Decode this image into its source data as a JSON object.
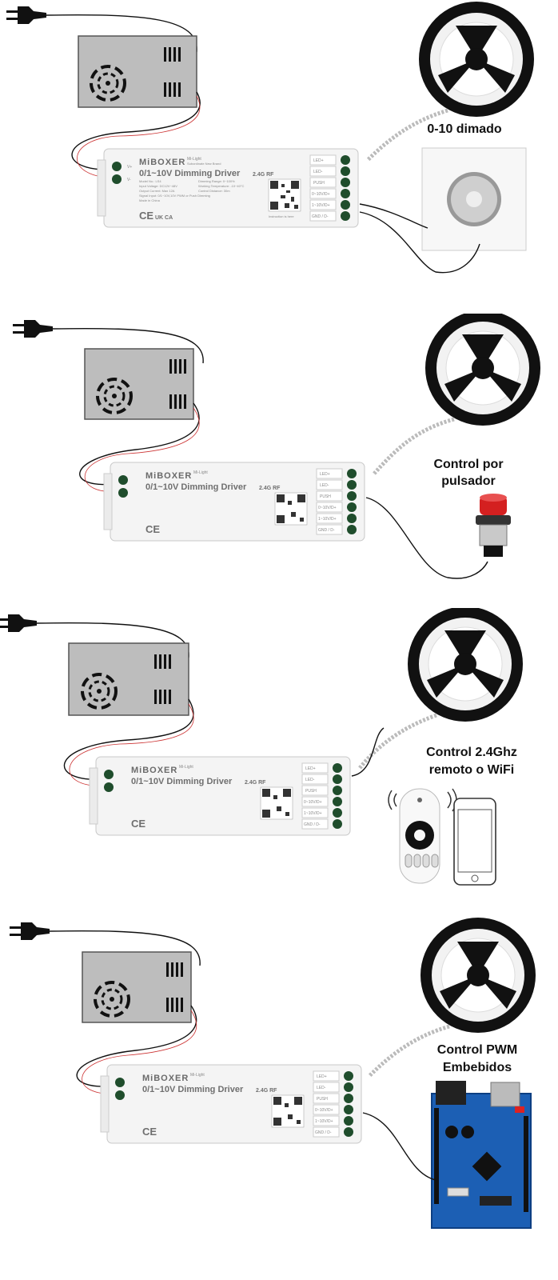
{
  "driver": {
    "brand": "MiBOXER",
    "sub_brand": "Mi-Light",
    "sub_brand_tag": "Subordinate New Brand",
    "title": "0/1~10V Dimming Driver",
    "rf_badge": "2.4G RF",
    "specs_left": [
      "Model No.: LS4",
      "Input Voltage: DC12V~48V",
      "Output Current: Max 12A",
      "Signal Input: 0/1~10V,10V PWM or Push Dimming",
      "Made in China"
    ],
    "specs_right": [
      "Dimming Range: 0~100%",
      "Working Temperature: -10~40°C",
      "Control Distance: 30m"
    ],
    "qr_caption": "Instruction is here",
    "terminals": [
      "LED+",
      "LED-",
      "PUSH",
      "0~10V/D+",
      "1~10V/D+",
      "GND / D-"
    ],
    "input_labels": [
      "V+",
      "V-"
    ],
    "marks": [
      "CE",
      "UK CA"
    ]
  },
  "panels": [
    {
      "id": "dial",
      "caption_lines": [
        "0-10 dimado"
      ]
    },
    {
      "id": "push",
      "caption_lines": [
        "Control por",
        "pulsador"
      ]
    },
    {
      "id": "remote",
      "caption_lines": [
        "Control 2.4Ghz",
        "remoto o WiFi"
      ]
    },
    {
      "id": "pwm",
      "caption_lines": [
        "Control PWM",
        "Embebidos"
      ]
    }
  ]
}
